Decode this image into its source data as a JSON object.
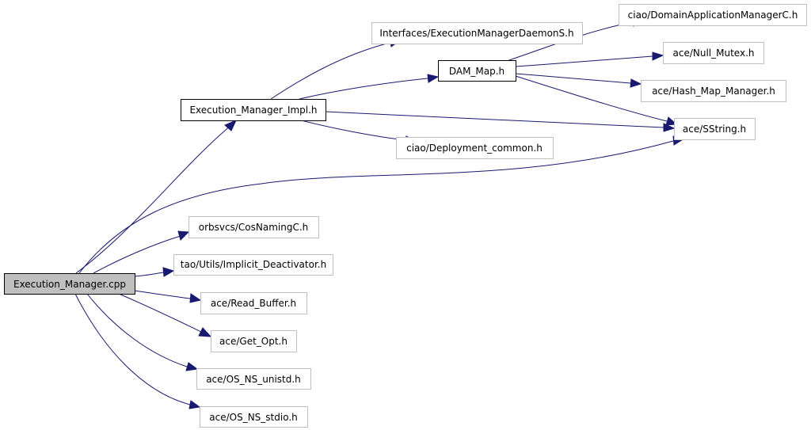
{
  "diagram": {
    "type": "include-dependency-graph",
    "colors": {
      "edge": "#191970",
      "root_fill": "#bfbfbf",
      "root_border": "#000000",
      "linked_border": "#000000",
      "plain_border": "#bfbfbf"
    },
    "nodes": {
      "root": "Execution_Manager.cpp",
      "impl": "Execution_Manager_Impl.h",
      "daemon": "Interfaces/ExecutionManagerDaemonS.h",
      "dam_map": "DAM_Map.h",
      "deploy": "ciao/Deployment_common.h",
      "domain": "ciao/DomainApplicationManagerC.h",
      "null_mutex": "ace/Null_Mutex.h",
      "hash_map": "ace/Hash_Map_Manager.h",
      "sstring": "ace/SString.h",
      "cosnaming": "orbsvcs/CosNamingC.h",
      "implicit": "tao/Utils/Implicit_Deactivator.h",
      "read_buffer": "ace/Read_Buffer.h",
      "get_opt": "ace/Get_Opt.h",
      "unistd": "ace/OS_NS_unistd.h",
      "stdio": "ace/OS_NS_stdio.h"
    },
    "edges": [
      {
        "from": "Execution_Manager.cpp",
        "to": "Execution_Manager_Impl.h"
      },
      {
        "from": "Execution_Manager.cpp",
        "to": "ace/SString.h"
      },
      {
        "from": "Execution_Manager.cpp",
        "to": "orbsvcs/CosNamingC.h"
      },
      {
        "from": "Execution_Manager.cpp",
        "to": "tao/Utils/Implicit_Deactivator.h"
      },
      {
        "from": "Execution_Manager.cpp",
        "to": "ace/Read_Buffer.h"
      },
      {
        "from": "Execution_Manager.cpp",
        "to": "ace/Get_Opt.h"
      },
      {
        "from": "Execution_Manager.cpp",
        "to": "ace/OS_NS_unistd.h"
      },
      {
        "from": "Execution_Manager.cpp",
        "to": "ace/OS_NS_stdio.h"
      },
      {
        "from": "Execution_Manager_Impl.h",
        "to": "Interfaces/ExecutionManagerDaemonS.h"
      },
      {
        "from": "Execution_Manager_Impl.h",
        "to": "DAM_Map.h"
      },
      {
        "from": "Execution_Manager_Impl.h",
        "to": "ace/SString.h"
      },
      {
        "from": "Execution_Manager_Impl.h",
        "to": "ciao/Deployment_common.h"
      },
      {
        "from": "DAM_Map.h",
        "to": "ciao/DomainApplicationManagerC.h"
      },
      {
        "from": "DAM_Map.h",
        "to": "ace/Null_Mutex.h"
      },
      {
        "from": "DAM_Map.h",
        "to": "ace/Hash_Map_Manager.h"
      },
      {
        "from": "DAM_Map.h",
        "to": "ace/SString.h"
      }
    ]
  }
}
